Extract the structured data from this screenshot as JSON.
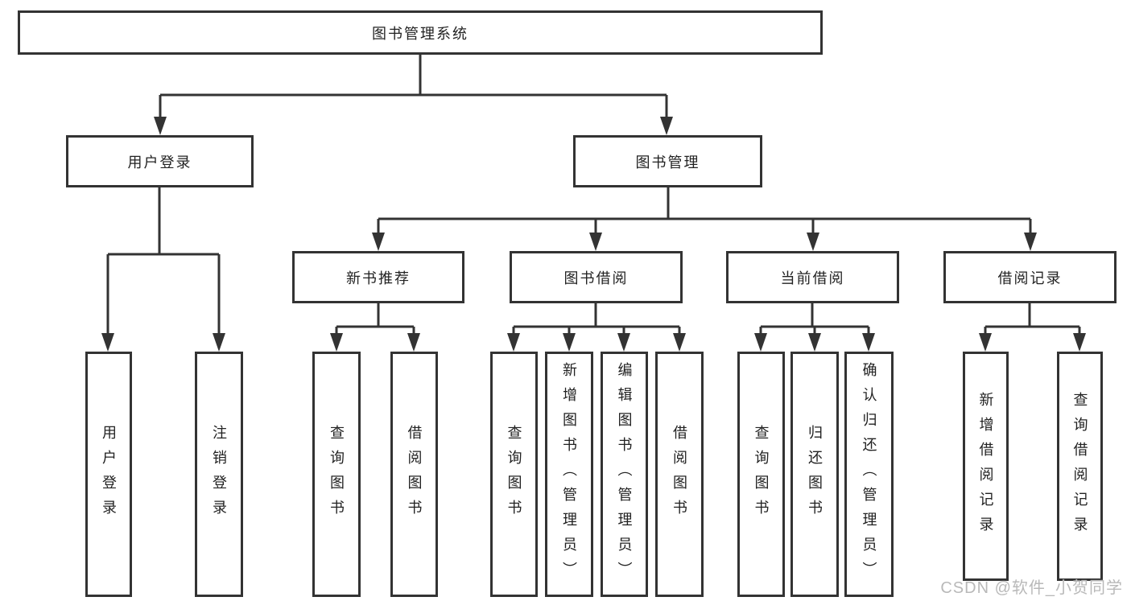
{
  "nodes": {
    "root": "图书管理系统",
    "level1": [
      {
        "label": "用户登录"
      },
      {
        "label": "图书管理"
      }
    ],
    "level2": [
      {
        "label": "新书推荐",
        "parent": "图书管理"
      },
      {
        "label": "图书借阅",
        "parent": "图书管理"
      },
      {
        "label": "当前借阅",
        "parent": "图书管理"
      },
      {
        "label": "借阅记录",
        "parent": "图书管理"
      }
    ],
    "leaves": [
      {
        "label": "用户登录",
        "parent": "用户登录"
      },
      {
        "label": "注销登录",
        "parent": "用户登录"
      },
      {
        "label": "查询图书",
        "parent": "新书推荐"
      },
      {
        "label": "借阅图书",
        "parent": "新书推荐"
      },
      {
        "label": "查询图书",
        "parent": "图书借阅"
      },
      {
        "label": "新增图书（管理员）",
        "parent": "图书借阅"
      },
      {
        "label": "编辑图书（管理员）",
        "parent": "图书借阅"
      },
      {
        "label": "借阅图书",
        "parent": "图书借阅"
      },
      {
        "label": "查询图书",
        "parent": "当前借阅"
      },
      {
        "label": "归还图书",
        "parent": "当前借阅"
      },
      {
        "label": "确认归还（管理员）",
        "parent": "当前借阅"
      },
      {
        "label": "新增借阅记录",
        "parent": "借阅记录"
      },
      {
        "label": "查询借阅记录",
        "parent": "借阅记录"
      }
    ]
  },
  "watermark": "CSDN @软件_小贺同学",
  "colors": {
    "line": "#333333",
    "text": "#222222",
    "watermark": "#b9b9b9",
    "background": "#ffffff"
  }
}
